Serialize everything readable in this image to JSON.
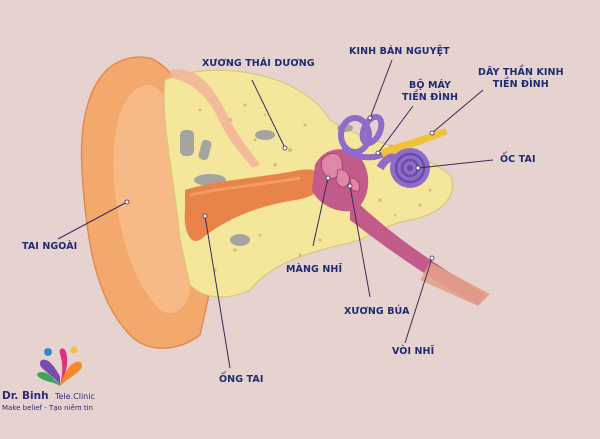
{
  "labels": {
    "temporal_bone": "XƯƠNG THÁI DƯƠNG",
    "semicircular_canals": "KINH BÁN NGUYỆT",
    "vestibular_line1": "BỘ MÁY",
    "vestibular_line2": "TIỀN ĐÌNH",
    "vestibular_nerve_line1": "DÂY THẦN KINH",
    "vestibular_nerve_line2": "TIỀN ĐÌNH",
    "cochlea": "ỐC TAI",
    "outer_ear": "TAI NGOÀI",
    "eardrum": "MÀNG NHĨ",
    "malleus": "XƯƠNG BÚA",
    "eustachian_tube": "VÒI NHĨ",
    "ear_canal": "ỐNG TAI"
  },
  "brand": {
    "name": "Dr. Binh",
    "tele": "Tele",
    "clinic": ".Clinic",
    "slogan": "Make belief - Tạo niềm tin"
  },
  "colors": {
    "background": "#e6d3cf",
    "outer_ear": "#f4a96c",
    "bone": "#f4e79c",
    "canal": "#e8844a",
    "inner_ear": "#8e6cc8",
    "middle_ear": "#c25b8a",
    "text": "#1e2b74"
  }
}
